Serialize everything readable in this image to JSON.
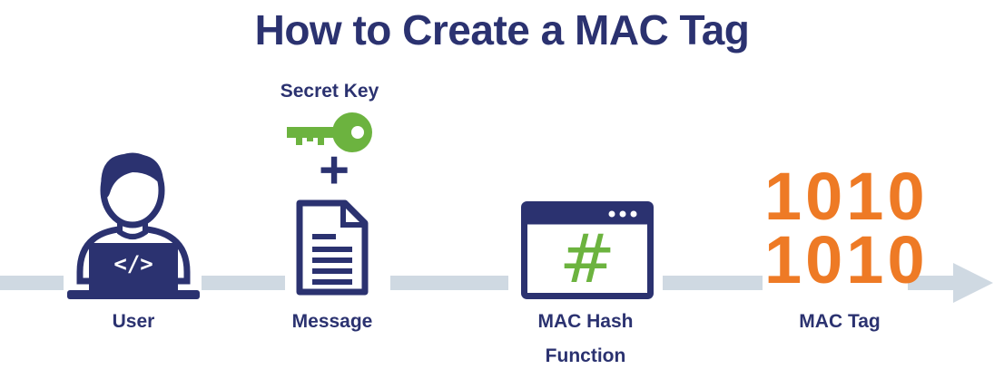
{
  "title": "How to Create a MAC Tag",
  "labels": {
    "secret_key": "Secret Key",
    "user": "User",
    "message": "Message",
    "hash_function_line1": "MAC Hash",
    "hash_function_line2": "Function",
    "mac_tag": "MAC Tag"
  },
  "glyphs": {
    "plus": "+",
    "code": "</>",
    "hash": "#",
    "tag_bits_row1": "1010",
    "tag_bits_row2": "1010"
  },
  "icons": [
    "user-laptop-icon",
    "key-icon",
    "plus-icon",
    "document-icon",
    "browser-window-icon",
    "hash-icon",
    "binary-icon",
    "arrow-head-icon"
  ],
  "colors": {
    "navy": "#2b3270",
    "green": "#6cb33f",
    "orange": "#ee7a25",
    "line": "#cfd9e2"
  }
}
